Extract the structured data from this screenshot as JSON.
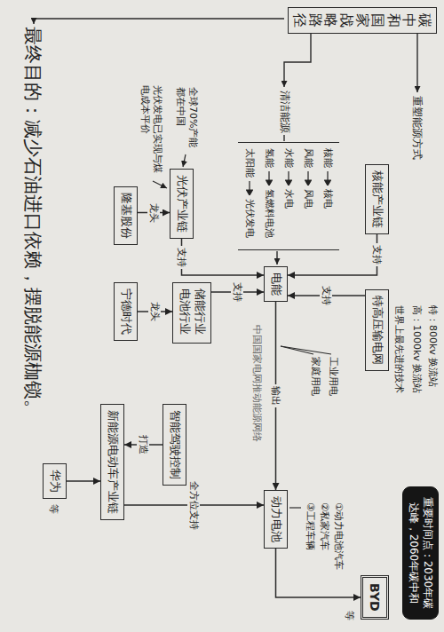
{
  "diagram": {
    "nodes": [
      {
        "text": [
          "碳中和国家战略路径"
        ]
      },
      {
        "text": [
          "核能产业链"
        ]
      },
      {
        "text": [
          "特高压输电网"
        ]
      },
      {
        "text": [
          "电能"
        ]
      },
      {
        "text": [
          "光伏产业链"
        ]
      },
      {
        "text": [
          "隆基股份"
        ]
      },
      {
        "text": [
          "储能行业 电池行业"
        ]
      },
      {
        "text": [
          "宁德时代"
        ]
      },
      {
        "text": [
          "动力电池"
        ]
      },
      {
        "text": [
          "BYD"
        ]
      },
      {
        "text": [
          "智能驾驶控制"
        ]
      },
      {
        "text": [
          "新能源电动车产业链"
        ]
      },
      {
        "text": [
          "华为"
        ]
      },
      {
        "text": [
          "重要时间点：2030年碳达峰，2060年碳中和"
        ]
      }
    ],
    "edges": [
      {
        "from": 1,
        "to": 3,
        "label": "支持",
        "arrow": "to"
      },
      {
        "from": 2,
        "to": 3,
        "label": "支持",
        "arrow": "to"
      },
      {
        "from": 4,
        "to": 3,
        "label": "支持",
        "arrow": "to"
      },
      {
        "from": 6,
        "to": 3,
        "label": "支持",
        "arrow": "to"
      },
      {
        "from": 5,
        "to": 4,
        "label": "龙头",
        "arrow": "to"
      },
      {
        "from": 7,
        "to": 6,
        "label": "龙头",
        "arrow": "to"
      },
      {
        "from": 3,
        "to": 8,
        "label": "输出",
        "arrow": "to"
      },
      {
        "from": 11,
        "to": 8,
        "label": "全方位支持",
        "arrow": "to"
      },
      {
        "from": 10,
        "to": 11,
        "label": "打造",
        "arrow": "to"
      },
      {
        "from": 12,
        "to": 11,
        "arrow": "to"
      },
      {
        "from": 8,
        "to": 9,
        "arrow": "to"
      }
    ],
    "labels": [
      "重塑能源方式",
      "清洁能源",
      "核能",
      "核电",
      "风能",
      "风电",
      "水能",
      "水电",
      "氢能",
      "氢燃料电池",
      "太阳能",
      "光伏发电",
      "全球70%产能 都在中国",
      "光伏发电已实现与煤电成本平价",
      "世界上最先进的技术",
      "特：800kv 换流站",
      "高：1000kv 换流站",
      "工业用电",
      "家庭用电",
      "中国国家电网推动能源网络",
      "①动力电池汽车",
      "②私家汽车",
      "③工程车辆",
      "等",
      "等",
      "最终目的：减少石油进口依赖，摆脱能源枷锁。"
    ]
  }
}
